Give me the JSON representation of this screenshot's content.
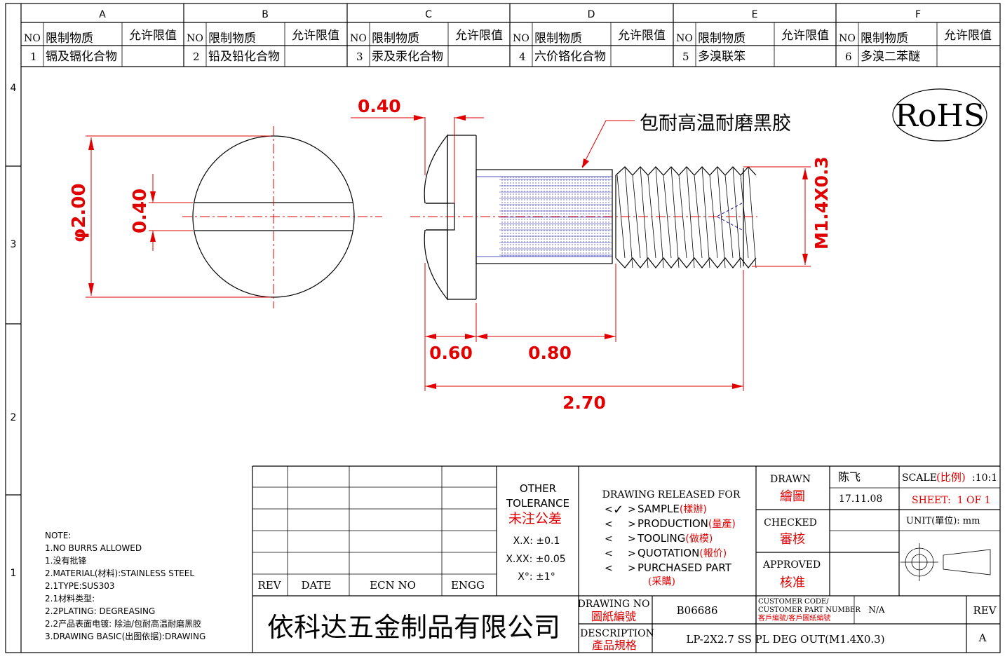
{
  "grid": {
    "columns": [
      "A",
      "B",
      "C",
      "D",
      "E",
      "F"
    ],
    "rows": [
      "4",
      "3",
      "2",
      "1"
    ]
  },
  "substances": {
    "no_header": "NO",
    "substance_header": "限制物质",
    "limit_header": "允许限值",
    "items": [
      {
        "no": "1",
        "name": "镉及镉化合物"
      },
      {
        "no": "2",
        "name": "铅及铅化合物"
      },
      {
        "no": "3",
        "name": "汞及汞化合物"
      },
      {
        "no": "4",
        "name": "六价铬化合物"
      },
      {
        "no": "5",
        "name": "多溴联笨"
      },
      {
        "no": "6",
        "name": "多溴二苯醚"
      }
    ]
  },
  "drawing": {
    "rohs": "RoHS",
    "callout": "包耐高温耐磨黑胶",
    "dims": {
      "head_dia": "φ2.00",
      "slot_width": "0.40",
      "slot_depth": "0.40",
      "head_len": "0.60",
      "shank_len": "0.80",
      "total_len": "2.70",
      "thread": "M1.4X0.3"
    }
  },
  "notes": [
    "NOTE:",
    "1.NO BURRS ALLOWED",
    "1.没有批锋",
    "2.MATERIAL(材料):STAINLESS STEEL",
    "2.1TYPE:SUS303",
    "2.1材料类型:",
    "2.2PLATING: DEGREASING",
    "2.2产品表面电镀: 除油/包耐高温耐磨黑胶",
    "3.DRAWING BASIC(出图依据):DRAWING"
  ],
  "title_block": {
    "rev_headers": {
      "rev": "REV",
      "date": "DATE",
      "ecn": "ECN NO",
      "engg": "ENGG"
    },
    "tolerance": {
      "title1": "OTHER",
      "title2": "TOLERANCE",
      "title_cn": "未注公差",
      "xx": "X.X: ±0.1",
      "xxx": "X.XX: ±0.05",
      "angle": "X°: ±1°"
    },
    "release": {
      "title": "DRAWING RELEASED FOR",
      "items": [
        {
          "mark": "✓",
          "en": "SAMPLE",
          "cn": "(樣辦)"
        },
        {
          "mark": "",
          "en": "PRODUCTION",
          "cn": "(量產)"
        },
        {
          "mark": "",
          "en": "TOOLING",
          "cn": "(做模)"
        },
        {
          "mark": "",
          "en": "QUOTATION",
          "cn": "(報价)"
        },
        {
          "mark": "",
          "en": "PURCHASED PART",
          "cn": "(采購)"
        }
      ]
    },
    "drawn_label": "DRAWN",
    "drawn_cn": "繪圖",
    "drawn_name": "陈飞",
    "drawn_date": "17.11.08",
    "checked_label": "CHECKED",
    "checked_cn": "審核",
    "approved_label": "APPROVED",
    "approved_cn": "核准",
    "scale_label": "SCALE",
    "scale_cn": "(比例)",
    "scale_value": ":10:1",
    "sheet": "SHEET:  1 OF 1",
    "unit": "UNIT(單位): mm",
    "company": "依科达五金制品有限公司",
    "drawing_no_label": "DRAWING NO",
    "drawing_no_cn": "圖紙編號",
    "drawing_no": "B06686",
    "customer_label1": "CUSTOMER CODE/",
    "customer_label2": "CUSTOMER PART NUMBER",
    "customer_cn": "客戶編號/客戶圖紙編號",
    "customer_value": "N/A",
    "rev_label": "REV",
    "rev_value": "A",
    "description_label": "DESCRIPTION",
    "description_cn": "產品規格",
    "description": "LP-2X2.7 SS PL DEG OUT(M1.4X0.3)"
  },
  "colors": {
    "accent": "#e00000",
    "thread_blue": "#1a1aa8"
  }
}
